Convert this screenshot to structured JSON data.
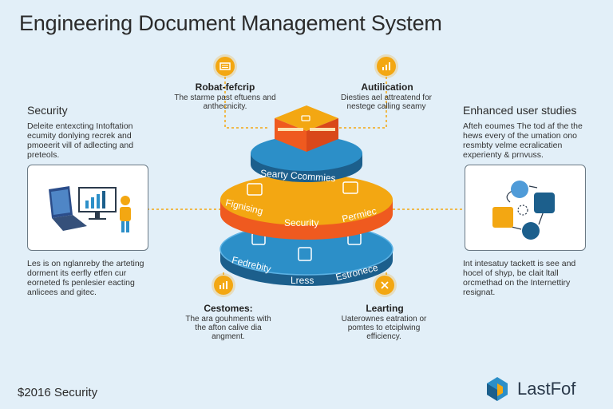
{
  "title": "Engineering Document Management System",
  "top_left_callout": {
    "title": "Robat-fefcrip",
    "text": "The starme past eftuens and anthecnicity."
  },
  "top_right_callout": {
    "title": "Autilication",
    "text": "Diesties ael attreatend for nestege calling seamy"
  },
  "bottom_left_callout": {
    "title": "Cestomes:",
    "text": "The ara gouhments with the afton calive dia angment."
  },
  "bottom_right_callout": {
    "title": "Learting",
    "text": "Uaterownes eatration or pomtes to etciplwing efficiency."
  },
  "left_section": {
    "heading": "Security",
    "intro": "Deleite entexcting Intoftation ecumity donlying recrek and pmoeerit vill of adlecting and preteols.",
    "footer": "Les is on nglanreby the arteting dorment its eerfly etfen cur eorneted fs penlesier eacting anlicees and gitec."
  },
  "right_section": {
    "heading": "Enhanced user studies",
    "intro": "Afteh eoumes The tod af the the hews every of the umation ono resmbty velme ecralicatien experienty & prnvuss.",
    "footer": "Int intesatuy tackett is see and hocel of shyp, be clait ltall orcmethad on the Internettiry resignat."
  },
  "stack": {
    "top_tier_label": "Searty Ccommies",
    "middle_tier_labels": [
      "Fignising",
      "Security",
      "Permiec"
    ],
    "bottom_tier_labels": [
      "Fedrebity",
      "Lress",
      "Estronece"
    ]
  },
  "footer_text": "$2016 Security",
  "brand": "LastFof",
  "colors": {
    "background": "#e2eff8",
    "orange": "#f3a712",
    "deep_orange": "#ef5a1f",
    "blue": "#2c8fc8",
    "dark_blue": "#1c5f8c"
  }
}
